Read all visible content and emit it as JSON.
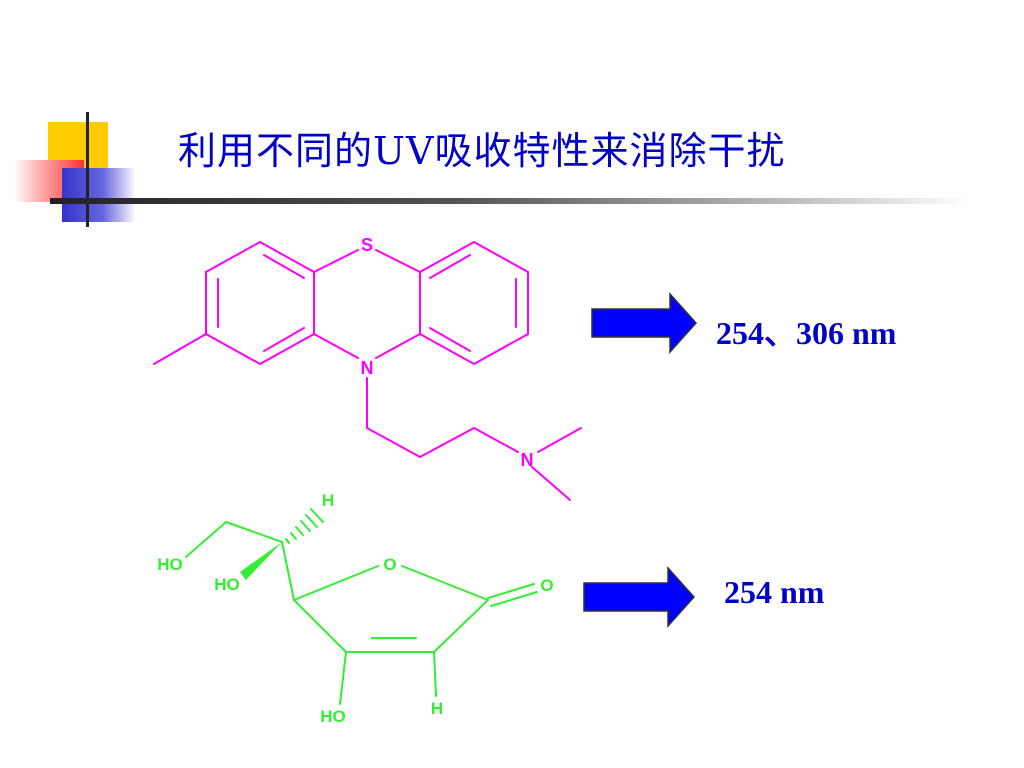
{
  "slide": {
    "title": "利用不同的UV吸收特性来消除干扰"
  },
  "molecule1": {
    "atoms": {
      "s": "S",
      "n_ring": "N",
      "n_amine": "N"
    },
    "color": "#ff00ff",
    "wavelength": "254、306 nm"
  },
  "molecule2": {
    "atoms": {
      "h_top": "H",
      "ho_side": "HO",
      "ho_wedge": "HO",
      "o_ring": "O",
      "o_carbonyl": "O",
      "ho_bottom": "HO",
      "h_bottom": "H"
    },
    "color": "#33ee33",
    "wavelength": "254 nm"
  },
  "colors": {
    "title": "#0000c8",
    "arrow": "#0000ff",
    "deco_yellow": "#ffcc00",
    "deco_red": "#ff3333",
    "deco_blue": "#3333cc"
  }
}
